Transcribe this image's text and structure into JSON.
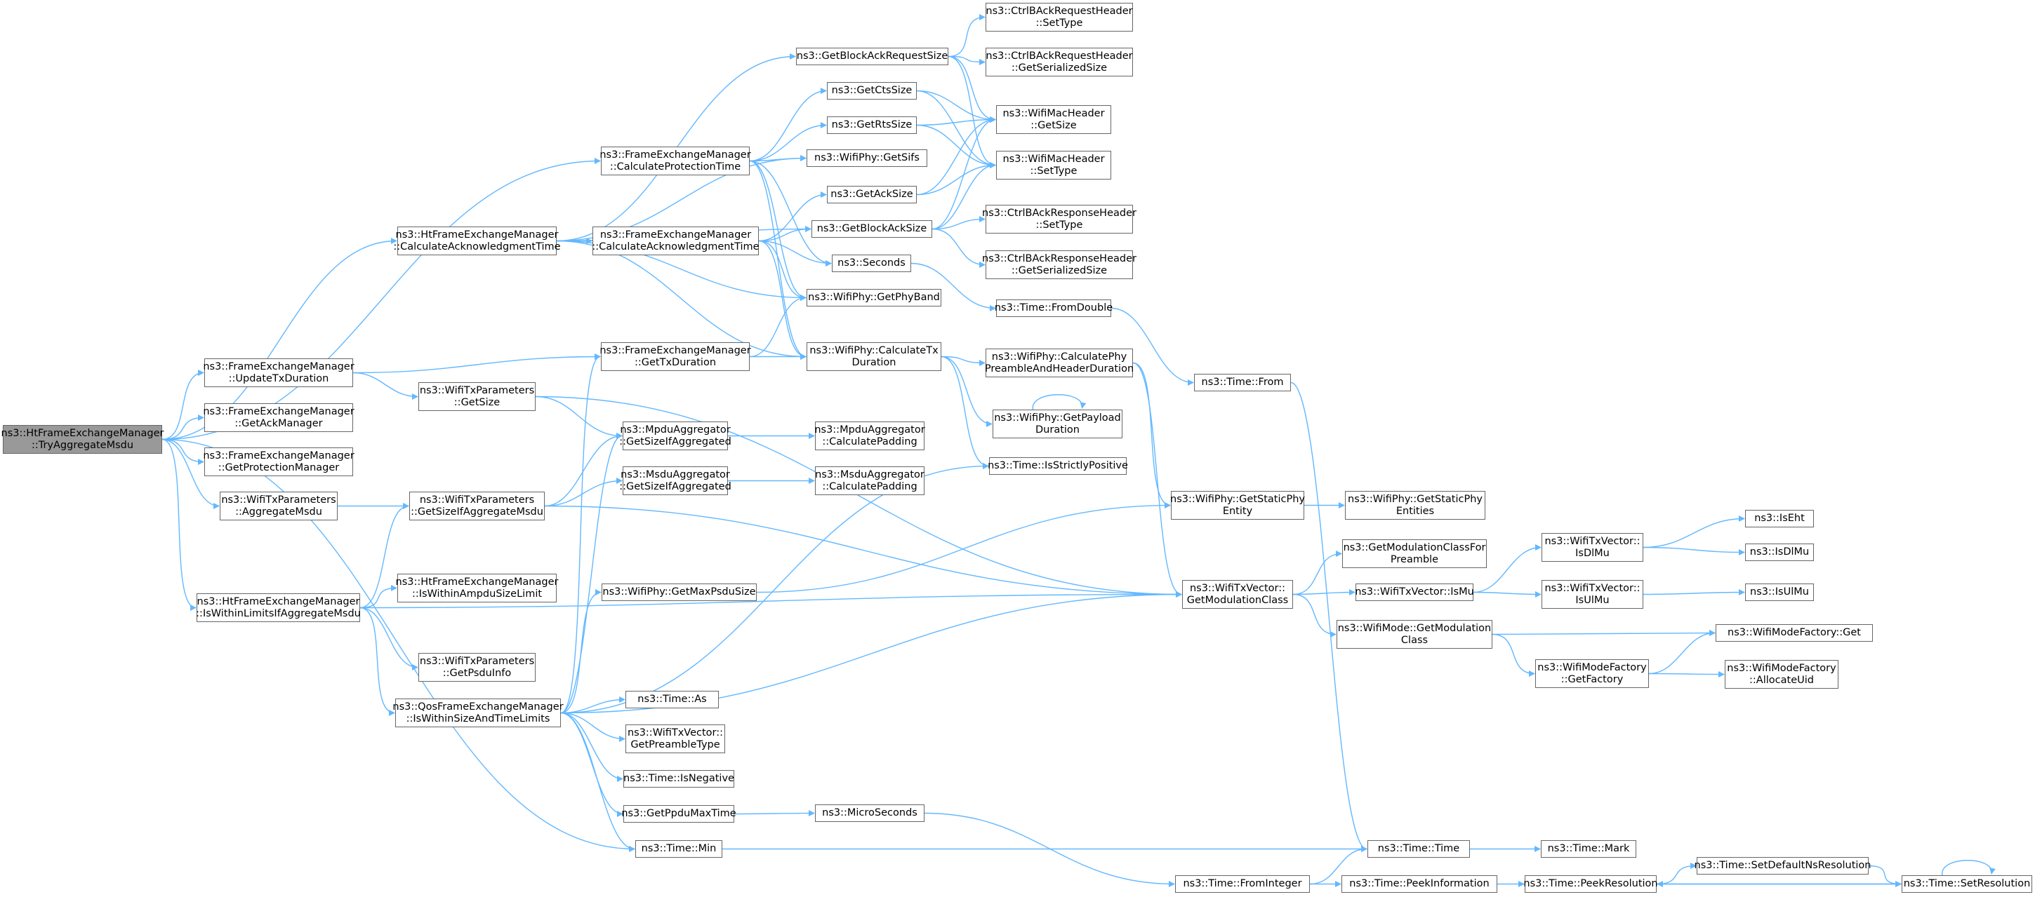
{
  "colors": {
    "edge": "#63b8ff",
    "border": "#666666",
    "root_fill": "#999999",
    "node_fill": "#ffffff",
    "text": "#000000"
  },
  "nodes": [
    {
      "id": "root",
      "lines": [
        "ns3::HtFrameExchangeManager",
        "::TryAggregateMsdu"
      ]
    },
    {
      "id": "htCalcAck",
      "lines": [
        "ns3::HtFrameExchangeManager",
        "::CalculateAcknowledgmentTime"
      ]
    },
    {
      "id": "feUpdTx",
      "lines": [
        "ns3::FrameExchangeManager",
        "::UpdateTxDuration"
      ]
    },
    {
      "id": "feGetAckMgr",
      "lines": [
        "ns3::FrameExchangeManager",
        "::GetAckManager"
      ]
    },
    {
      "id": "feGetProtMgr",
      "lines": [
        "ns3::FrameExchangeManager",
        "::GetProtectionManager"
      ]
    },
    {
      "id": "wtpAggMsdu",
      "lines": [
        "ns3::WifiTxParameters",
        "::AggregateMsdu"
      ]
    },
    {
      "id": "htIsWithin",
      "lines": [
        "ns3::HtFrameExchangeManager",
        "::IsWithinLimitsIfAggregateMsdu"
      ]
    },
    {
      "id": "feCalcProt",
      "lines": [
        "ns3::FrameExchangeManager",
        "::CalculateProtectionTime"
      ]
    },
    {
      "id": "feCalcAck",
      "lines": [
        "ns3::FrameExchangeManager",
        "::CalculateAcknowledgmentTime"
      ]
    },
    {
      "id": "feGetTxDur",
      "lines": [
        "ns3::FrameExchangeManager",
        "::GetTxDuration"
      ]
    },
    {
      "id": "wtpGetSize",
      "lines": [
        "ns3::WifiTxParameters",
        "::GetSize"
      ]
    },
    {
      "id": "wtpGetSizeIf",
      "lines": [
        "ns3::WifiTxParameters",
        "::GetSizeIfAggregateMsdu"
      ]
    },
    {
      "id": "htIsWithinAmpdu",
      "lines": [
        "ns3::HtFrameExchangeManager",
        "::IsWithinAmpduSizeLimit"
      ]
    },
    {
      "id": "wtpGetPsdu",
      "lines": [
        "ns3::WifiTxParameters",
        "::GetPsduInfo"
      ]
    },
    {
      "id": "qosIsWithin",
      "lines": [
        "ns3::QosFrameExchangeManager",
        "::IsWithinSizeAndTimeLimits"
      ]
    },
    {
      "id": "mpduGetSizeIf",
      "lines": [
        "ns3::MpduAggregator",
        "::GetSizeIfAggregated"
      ]
    },
    {
      "id": "msduGetSizeIf",
      "lines": [
        "ns3::MsduAggregator",
        "::GetSizeIfAggregated"
      ]
    },
    {
      "id": "phyGetMaxPsdu",
      "lines": [
        "ns3::WifiPhy::GetMaxPsduSize"
      ]
    },
    {
      "id": "timeAs",
      "lines": [
        "ns3::Time::As"
      ]
    },
    {
      "id": "wtvGetPreamble",
      "lines": [
        "ns3::WifiTxVector::",
        "GetPreambleType"
      ]
    },
    {
      "id": "timeIsNeg",
      "lines": [
        "ns3::Time::IsNegative"
      ]
    },
    {
      "id": "getPpduMax",
      "lines": [
        "ns3::GetPpduMaxTime"
      ]
    },
    {
      "id": "timeMin",
      "lines": [
        "ns3::Time::Min"
      ]
    },
    {
      "id": "getBarSize",
      "lines": [
        "ns3::GetBlockAckRequestSize"
      ]
    },
    {
      "id": "getCtsSize",
      "lines": [
        "ns3::GetCtsSize"
      ]
    },
    {
      "id": "getRtsSize",
      "lines": [
        "ns3::GetRtsSize"
      ]
    },
    {
      "id": "phyGetSifs",
      "lines": [
        "ns3::WifiPhy::GetSifs"
      ]
    },
    {
      "id": "getAckSize",
      "lines": [
        "ns3::GetAckSize"
      ]
    },
    {
      "id": "getBaSize",
      "lines": [
        "ns3::GetBlockAckSize"
      ]
    },
    {
      "id": "seconds",
      "lines": [
        "ns3::Seconds"
      ]
    },
    {
      "id": "phyGetBand",
      "lines": [
        "ns3::WifiPhy::GetPhyBand"
      ]
    },
    {
      "id": "phyCalcTx",
      "lines": [
        "ns3::WifiPhy::CalculateTx",
        "Duration"
      ]
    },
    {
      "id": "mpduCalcPad",
      "lines": [
        "ns3::MpduAggregator",
        "::CalculatePadding"
      ]
    },
    {
      "id": "msduCalcPad",
      "lines": [
        "ns3::MsduAggregator",
        "::CalculatePadding"
      ]
    },
    {
      "id": "microSeconds",
      "lines": [
        "ns3::MicroSeconds"
      ]
    },
    {
      "id": "barSetType",
      "lines": [
        "ns3::CtrlBAckRequestHeader",
        "::SetType"
      ]
    },
    {
      "id": "barGetSer",
      "lines": [
        "ns3::CtrlBAckRequestHeader",
        "::GetSerializedSize"
      ]
    },
    {
      "id": "macGetSize",
      "lines": [
        "ns3::WifiMacHeader",
        "::GetSize"
      ]
    },
    {
      "id": "macSetType",
      "lines": [
        "ns3::WifiMacHeader",
        "::SetType"
      ]
    },
    {
      "id": "baSetType",
      "lines": [
        "ns3::CtrlBAckResponseHeader",
        "::SetType"
      ]
    },
    {
      "id": "baGetSer",
      "lines": [
        "ns3::CtrlBAckResponseHeader",
        "::GetSerializedSize"
      ]
    },
    {
      "id": "timeFromDouble",
      "lines": [
        "ns3::Time::FromDouble"
      ]
    },
    {
      "id": "phyCalcPre",
      "lines": [
        "ns3::WifiPhy::CalculatePhy",
        "PreambleAndHeaderDuration"
      ]
    },
    {
      "id": "phyGetPayload",
      "lines": [
        "ns3::WifiPhy::GetPayload",
        "Duration"
      ]
    },
    {
      "id": "timeIsStrict",
      "lines": [
        "ns3::Time::IsStrictlyPositive"
      ]
    },
    {
      "id": "timeFromInt",
      "lines": [
        "ns3::Time::FromInteger"
      ]
    },
    {
      "id": "timeFrom",
      "lines": [
        "ns3::Time::From"
      ]
    },
    {
      "id": "phyGetStatic",
      "lines": [
        "ns3::WifiPhy::GetStaticPhy",
        "Entity"
      ]
    },
    {
      "id": "wtvGetMod",
      "lines": [
        "ns3::WifiTxVector::",
        "GetModulationClass"
      ]
    },
    {
      "id": "timeTime",
      "lines": [
        "ns3::Time::Time"
      ]
    },
    {
      "id": "timePeekInfo",
      "lines": [
        "ns3::Time::PeekInformation"
      ]
    },
    {
      "id": "phyGetStatics",
      "lines": [
        "ns3::WifiPhy::GetStaticPhy",
        "Entities"
      ]
    },
    {
      "id": "getModForPre",
      "lines": [
        "ns3::GetModulationClassFor",
        "Preamble"
      ]
    },
    {
      "id": "wtvIsMu",
      "lines": [
        "ns3::WifiTxVector::IsMu"
      ]
    },
    {
      "id": "wmGetMod",
      "lines": [
        "ns3::WifiMode::GetModulation",
        "Class"
      ]
    },
    {
      "id": "timeMark",
      "lines": [
        "ns3::Time::Mark"
      ]
    },
    {
      "id": "timePeekRes",
      "lines": [
        "ns3::Time::PeekResolution"
      ]
    },
    {
      "id": "wtvIsDlMu",
      "lines": [
        "ns3::WifiTxVector::",
        "IsDlMu"
      ]
    },
    {
      "id": "wtvIsUlMu",
      "lines": [
        "ns3::WifiTxVector::",
        "IsUlMu"
      ]
    },
    {
      "id": "wmfGetFactory",
      "lines": [
        "ns3::WifiModeFactory",
        "::GetFactory"
      ]
    },
    {
      "id": "timeSetDefNs",
      "lines": [
        "ns3::Time::SetDefaultNsResolution"
      ]
    },
    {
      "id": "isEht",
      "lines": [
        "ns3::IsEht"
      ]
    },
    {
      "id": "isDlMu",
      "lines": [
        "ns3::IsDlMu"
      ]
    },
    {
      "id": "isUlMu",
      "lines": [
        "ns3::IsUlMu"
      ]
    },
    {
      "id": "wmfGet",
      "lines": [
        "ns3::WifiModeFactory::Get"
      ]
    },
    {
      "id": "wmfAlloc",
      "lines": [
        "ns3::WifiModeFactory",
        "::AllocateUid"
      ]
    },
    {
      "id": "timeSetRes",
      "lines": [
        "ns3::Time::SetResolution"
      ]
    }
  ],
  "edges": [
    [
      "root",
      "htCalcAck"
    ],
    [
      "root",
      "feCalcProt"
    ],
    [
      "root",
      "feUpdTx"
    ],
    [
      "root",
      "feGetAckMgr"
    ],
    [
      "root",
      "feGetProtMgr"
    ],
    [
      "root",
      "wtpAggMsdu"
    ],
    [
      "root",
      "htIsWithin"
    ],
    [
      "root",
      "timeMin"
    ],
    [
      "htCalcAck",
      "feCalcAck"
    ],
    [
      "htCalcAck",
      "getBarSize"
    ],
    [
      "htCalcAck",
      "getBaSize"
    ],
    [
      "htCalcAck",
      "phyGetSifs"
    ],
    [
      "htCalcAck",
      "phyGetBand"
    ],
    [
      "htCalcAck",
      "phyCalcTx"
    ],
    [
      "feUpdTx",
      "feGetTxDur"
    ],
    [
      "feUpdTx",
      "wtpGetSize"
    ],
    [
      "wtpAggMsdu",
      "wtpGetSizeIf"
    ],
    [
      "htIsWithin",
      "wtpGetSizeIf"
    ],
    [
      "htIsWithin",
      "htIsWithinAmpdu"
    ],
    [
      "htIsWithin",
      "wtpGetPsdu"
    ],
    [
      "htIsWithin",
      "qosIsWithin"
    ],
    [
      "htIsWithin",
      "wtvGetMod"
    ],
    [
      "feCalcProt",
      "getCtsSize"
    ],
    [
      "feCalcProt",
      "getRtsSize"
    ],
    [
      "feCalcProt",
      "phyGetSifs"
    ],
    [
      "feCalcProt",
      "seconds"
    ],
    [
      "feCalcProt",
      "phyGetBand"
    ],
    [
      "feCalcProt",
      "phyCalcTx"
    ],
    [
      "feCalcAck",
      "getAckSize"
    ],
    [
      "feCalcAck",
      "getBaSize"
    ],
    [
      "feCalcAck",
      "seconds"
    ],
    [
      "feCalcAck",
      "phyGetBand"
    ],
    [
      "feCalcAck",
      "phyCalcTx"
    ],
    [
      "feGetTxDur",
      "phyGetBand"
    ],
    [
      "feGetTxDur",
      "phyCalcTx"
    ],
    [
      "wtpGetSize",
      "mpduGetSizeIf"
    ],
    [
      "wtpGetSize",
      "wtvGetMod"
    ],
    [
      "wtpGetSizeIf",
      "mpduGetSizeIf"
    ],
    [
      "wtpGetSizeIf",
      "msduGetSizeIf"
    ],
    [
      "wtpGetSizeIf",
      "wtvGetMod"
    ],
    [
      "qosIsWithin",
      "feGetTxDur"
    ],
    [
      "qosIsWithin",
      "mpduGetSizeIf"
    ],
    [
      "qosIsWithin",
      "phyGetMaxPsdu"
    ],
    [
      "qosIsWithin",
      "timeAs"
    ],
    [
      "qosIsWithin",
      "wtvGetPreamble"
    ],
    [
      "qosIsWithin",
      "timeIsNeg"
    ],
    [
      "qosIsWithin",
      "getPpduMax"
    ],
    [
      "qosIsWithin",
      "timeMin"
    ],
    [
      "qosIsWithin",
      "timeIsStrict"
    ],
    [
      "qosIsWithin",
      "wtvGetMod"
    ],
    [
      "mpduGetSizeIf",
      "mpduCalcPad"
    ],
    [
      "msduGetSizeIf",
      "msduCalcPad"
    ],
    [
      "phyGetMaxPsdu",
      "phyGetStatic"
    ],
    [
      "getPpduMax",
      "microSeconds"
    ],
    [
      "timeMin",
      "timeTime"
    ],
    [
      "getBarSize",
      "barSetType"
    ],
    [
      "getBarSize",
      "barGetSer"
    ],
    [
      "getBarSize",
      "macGetSize"
    ],
    [
      "getBarSize",
      "macSetType"
    ],
    [
      "getCtsSize",
      "macGetSize"
    ],
    [
      "getCtsSize",
      "macSetType"
    ],
    [
      "getRtsSize",
      "macGetSize"
    ],
    [
      "getRtsSize",
      "macSetType"
    ],
    [
      "getAckSize",
      "macGetSize"
    ],
    [
      "getAckSize",
      "macSetType"
    ],
    [
      "getBaSize",
      "macGetSize"
    ],
    [
      "getBaSize",
      "macSetType"
    ],
    [
      "getBaSize",
      "baSetType"
    ],
    [
      "getBaSize",
      "baGetSer"
    ],
    [
      "seconds",
      "timeFromDouble"
    ],
    [
      "phyCalcTx",
      "phyCalcPre"
    ],
    [
      "phyCalcTx",
      "phyGetPayload"
    ],
    [
      "phyCalcTx",
      "timeIsStrict"
    ],
    [
      "microSeconds",
      "timeFromInt"
    ],
    [
      "timeFromDouble",
      "timeFrom"
    ],
    [
      "phyCalcPre",
      "phyGetStatic"
    ],
    [
      "phyCalcPre",
      "wtvGetMod"
    ],
    [
      "phyGetPayload",
      "phyGetPayload"
    ],
    [
      "timeFromInt",
      "timeTime"
    ],
    [
      "timeFromInt",
      "timePeekInfo"
    ],
    [
      "timeFrom",
      "timeTime"
    ],
    [
      "phyGetStatic",
      "phyGetStatics"
    ],
    [
      "wtvGetMod",
      "getModForPre"
    ],
    [
      "wtvGetMod",
      "wtvIsMu"
    ],
    [
      "wtvGetMod",
      "wmGetMod"
    ],
    [
      "timeTime",
      "timeMark"
    ],
    [
      "timePeekInfo",
      "timePeekRes"
    ],
    [
      "wtvIsMu",
      "wtvIsDlMu"
    ],
    [
      "wtvIsMu",
      "wtvIsUlMu"
    ],
    [
      "wmGetMod",
      "wmfGetFactory"
    ],
    [
      "wmGetMod",
      "wmfGet"
    ],
    [
      "timePeekRes",
      "timeSetDefNs"
    ],
    [
      "timePeekRes",
      "timeSetRes"
    ],
    [
      "wtvIsDlMu",
      "isEht"
    ],
    [
      "wtvIsDlMu",
      "isDlMu"
    ],
    [
      "wtvIsUlMu",
      "isUlMu"
    ],
    [
      "wmfGetFactory",
      "wmfGet"
    ],
    [
      "wmfGetFactory",
      "wmfAlloc"
    ],
    [
      "timeSetDefNs",
      "timeSetRes"
    ],
    [
      "timeSetRes",
      "timePeekRes"
    ],
    [
      "timeSetRes",
      "timeSetRes"
    ]
  ]
}
